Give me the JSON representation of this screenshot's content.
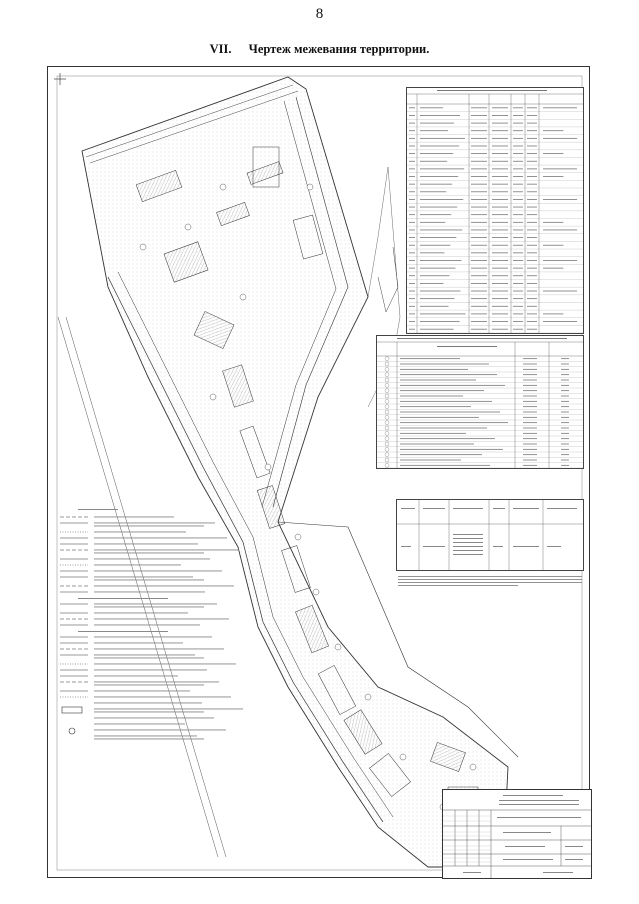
{
  "page_number": "8",
  "section": {
    "number": "VII.",
    "title": "Чертеж межевания территории."
  },
  "table_count_rows": {
    "main": 30,
    "second": 21
  }
}
